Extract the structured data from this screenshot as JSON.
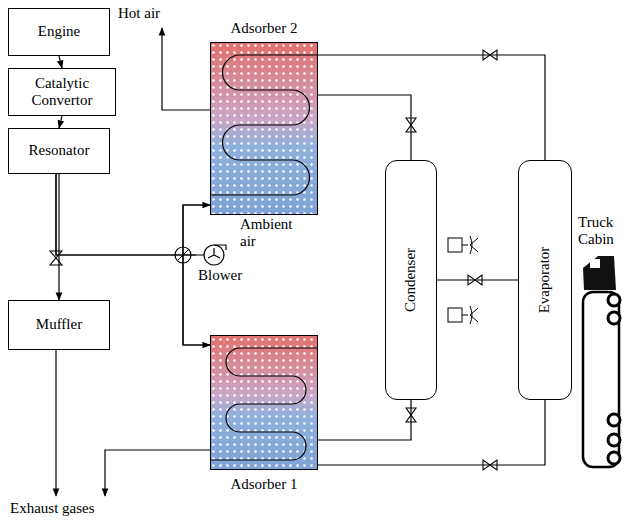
{
  "diagram": {
    "nodes": [
      {
        "text": [
          "Engine"
        ]
      },
      {
        "text": [
          "Catalytic Convertor"
        ]
      },
      {
        "text": [
          "Resonator"
        ]
      },
      {
        "text": [
          "Muffler"
        ]
      },
      {
        "text": [
          "Adsorber 2"
        ]
      },
      {
        "text": [
          "Adsorber 1"
        ]
      },
      {
        "text": [
          "Condenser"
        ]
      },
      {
        "text": [
          "Evaporator"
        ]
      },
      {
        "text": [
          "Blower"
        ]
      }
    ],
    "edges": [
      {
        "from": 0,
        "to": 1,
        "arrow": "to"
      },
      {
        "from": 1,
        "to": 2,
        "arrow": "to"
      },
      {
        "from": 2,
        "to": 3,
        "arrow": "to"
      },
      {
        "from": 2,
        "to": 4,
        "arrow": "to"
      },
      {
        "from": 2,
        "to": 5,
        "arrow": "to"
      },
      {
        "from": 8,
        "to": 4,
        "arrow": "none"
      },
      {
        "from": 8,
        "to": 5,
        "arrow": "none"
      },
      {
        "from": 4,
        "to": 6,
        "arrow": "none"
      },
      {
        "from": 4,
        "to": 7,
        "arrow": "none"
      },
      {
        "from": 5,
        "to": 6,
        "arrow": "none"
      },
      {
        "from": 5,
        "to": 7,
        "arrow": "none"
      },
      {
        "from": 6,
        "to": 7,
        "arrow": "none"
      }
    ],
    "labels": [
      "Hot air",
      "Ambient air",
      "Exhaust gases",
      "Truck Cabin"
    ]
  }
}
